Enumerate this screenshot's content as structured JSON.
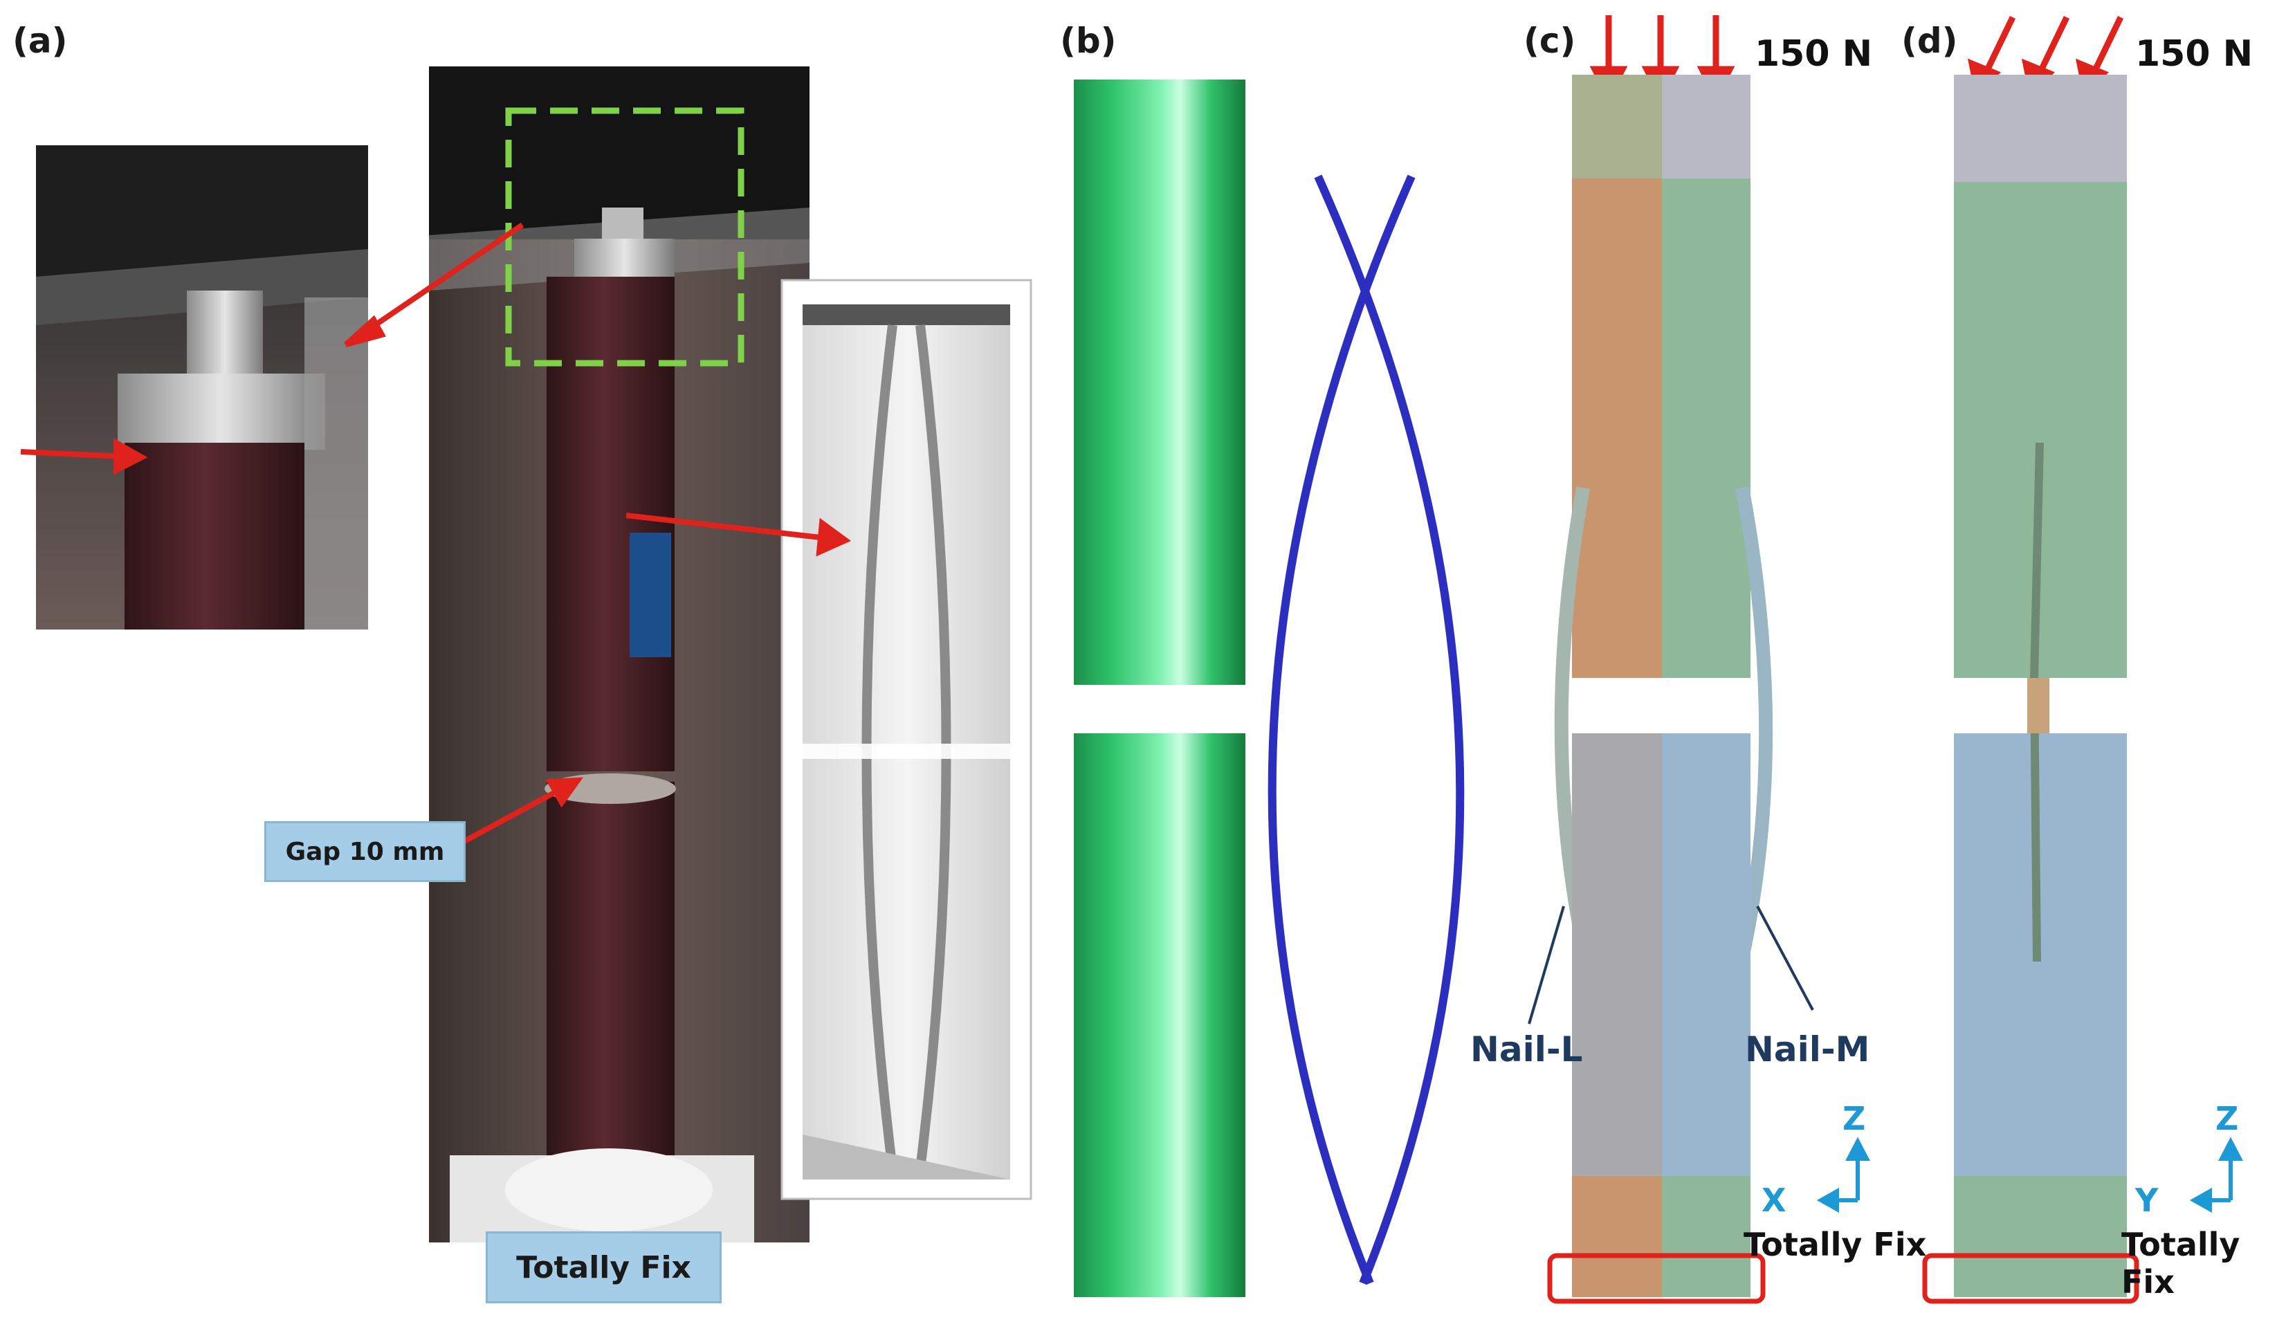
{
  "panels": {
    "a": "(a)",
    "b": "(b)",
    "c": "(c)",
    "d": "(d)"
  },
  "panel_a": {
    "gap_callout": "Gap 10 mm",
    "fix_callout": "Totally Fix"
  },
  "panel_c": {
    "force": "150 N",
    "nail_left": "Nail-L",
    "nail_right": "Nail-M",
    "axis_horizontal": "X",
    "axis_vertical": "Z",
    "fix_label": "Totally Fix"
  },
  "panel_d": {
    "force": "150 N",
    "axis_horizontal": "Y",
    "axis_vertical": "Z",
    "fix_label": "Totally Fix"
  },
  "colors": {
    "arrow_red": "#e0221c",
    "callout_blue": "#a6cde8",
    "nail_blue": "#2c2ec0",
    "bone_green": "#8fb79a",
    "bone_blue": "#9ab6cf",
    "bone_orange": "#c8956e",
    "bone_gray": "#a9a9ad",
    "roi_green": "#7fd14a",
    "axis_cyan": "#1d9ad6"
  }
}
